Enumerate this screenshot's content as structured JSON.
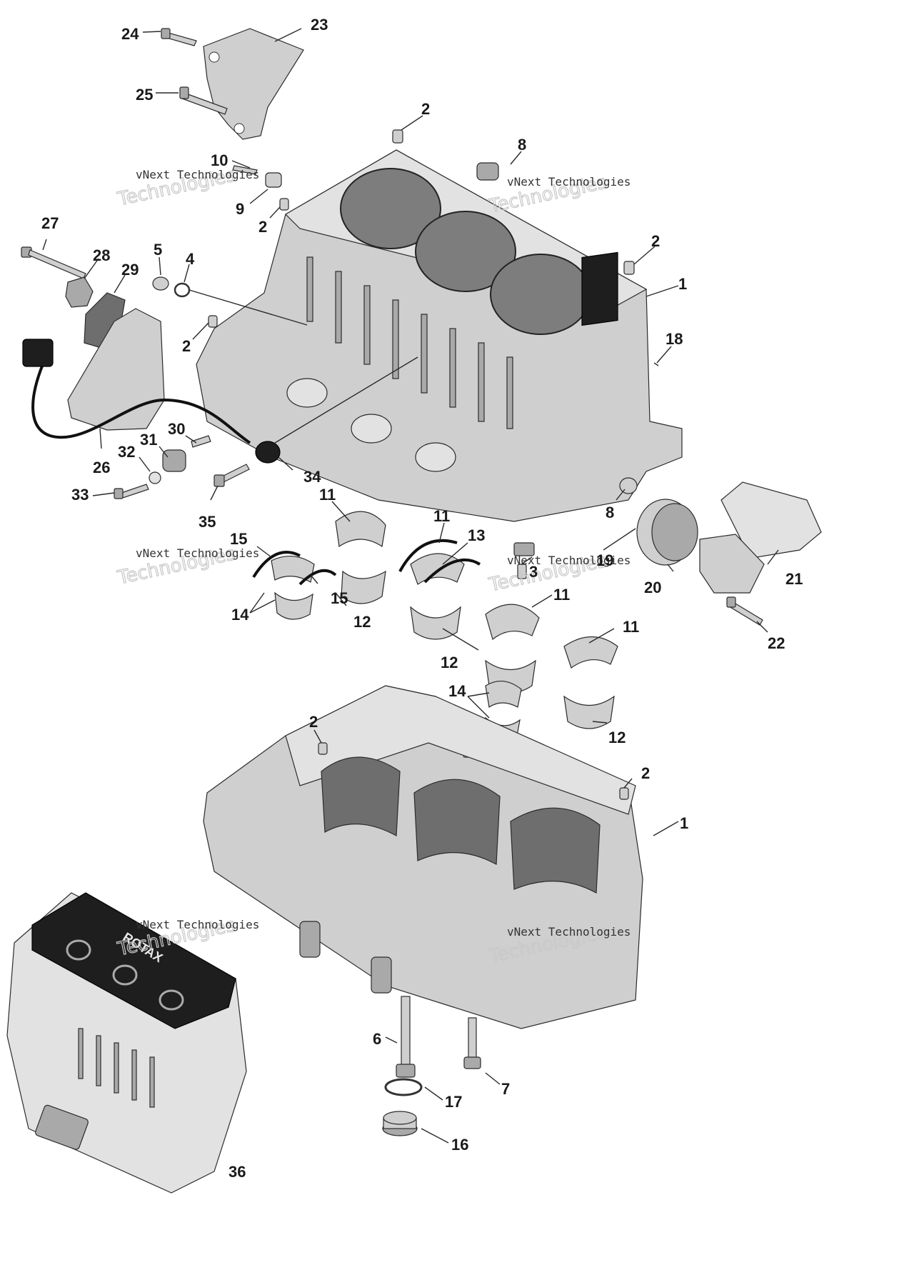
{
  "callouts": [
    {
      "id": "c24",
      "label": "24"
    },
    {
      "id": "c23",
      "label": "23"
    },
    {
      "id": "c25",
      "label": "25"
    },
    {
      "id": "c2a",
      "label": "2"
    },
    {
      "id": "c8a",
      "label": "8"
    },
    {
      "id": "c10",
      "label": "10"
    },
    {
      "id": "c9",
      "label": "9"
    },
    {
      "id": "c2b",
      "label": "2"
    },
    {
      "id": "c27",
      "label": "27"
    },
    {
      "id": "c2c",
      "label": "2"
    },
    {
      "id": "c1a",
      "label": "1"
    },
    {
      "id": "c28",
      "label": "28"
    },
    {
      "id": "c29",
      "label": "29"
    },
    {
      "id": "c5",
      "label": "5"
    },
    {
      "id": "c4",
      "label": "4"
    },
    {
      "id": "c18",
      "label": "18"
    },
    {
      "id": "c2d",
      "label": "2"
    },
    {
      "id": "c30",
      "label": "30"
    },
    {
      "id": "c31",
      "label": "31"
    },
    {
      "id": "c32",
      "label": "32"
    },
    {
      "id": "c26",
      "label": "26"
    },
    {
      "id": "c34",
      "label": "34"
    },
    {
      "id": "c33",
      "label": "33"
    },
    {
      "id": "c8b",
      "label": "8"
    },
    {
      "id": "c35",
      "label": "35"
    },
    {
      "id": "c11a",
      "label": "11"
    },
    {
      "id": "c11b",
      "label": "11"
    },
    {
      "id": "c13",
      "label": "13"
    },
    {
      "id": "c15a",
      "label": "15"
    },
    {
      "id": "c19",
      "label": "19"
    },
    {
      "id": "c3",
      "label": "3"
    },
    {
      "id": "c21",
      "label": "21"
    },
    {
      "id": "c20",
      "label": "20"
    },
    {
      "id": "c15b",
      "label": "15"
    },
    {
      "id": "c14a",
      "label": "14"
    },
    {
      "id": "c12a",
      "label": "12"
    },
    {
      "id": "c11c",
      "label": "11"
    },
    {
      "id": "c22",
      "label": "22"
    },
    {
      "id": "c11d",
      "label": "11"
    },
    {
      "id": "c12b",
      "label": "12"
    },
    {
      "id": "c14b",
      "label": "14"
    },
    {
      "id": "c2e",
      "label": "2"
    },
    {
      "id": "c12c",
      "label": "12"
    },
    {
      "id": "c2f",
      "label": "2"
    },
    {
      "id": "c1b",
      "label": "1"
    },
    {
      "id": "c6",
      "label": "6"
    },
    {
      "id": "c7",
      "label": "7"
    },
    {
      "id": "c17",
      "label": "17"
    },
    {
      "id": "c16",
      "label": "16"
    },
    {
      "id": "c36",
      "label": "36"
    }
  ],
  "watermarks": [
    {
      "line1": "vNext Technologies",
      "line2": "Technologies"
    },
    {
      "line1": "vNext Technologies",
      "line2": "Technologies"
    },
    {
      "line1": "vNext Technologies",
      "line2": "Technologies"
    },
    {
      "line1": "vNext Technologies",
      "line2": "Technologies"
    },
    {
      "line1": "vNext Technologies",
      "line2": "Technologies"
    },
    {
      "line1": "vNext Technologies",
      "line2": "Technologies"
    }
  ],
  "engine_logo": "ROTAX"
}
